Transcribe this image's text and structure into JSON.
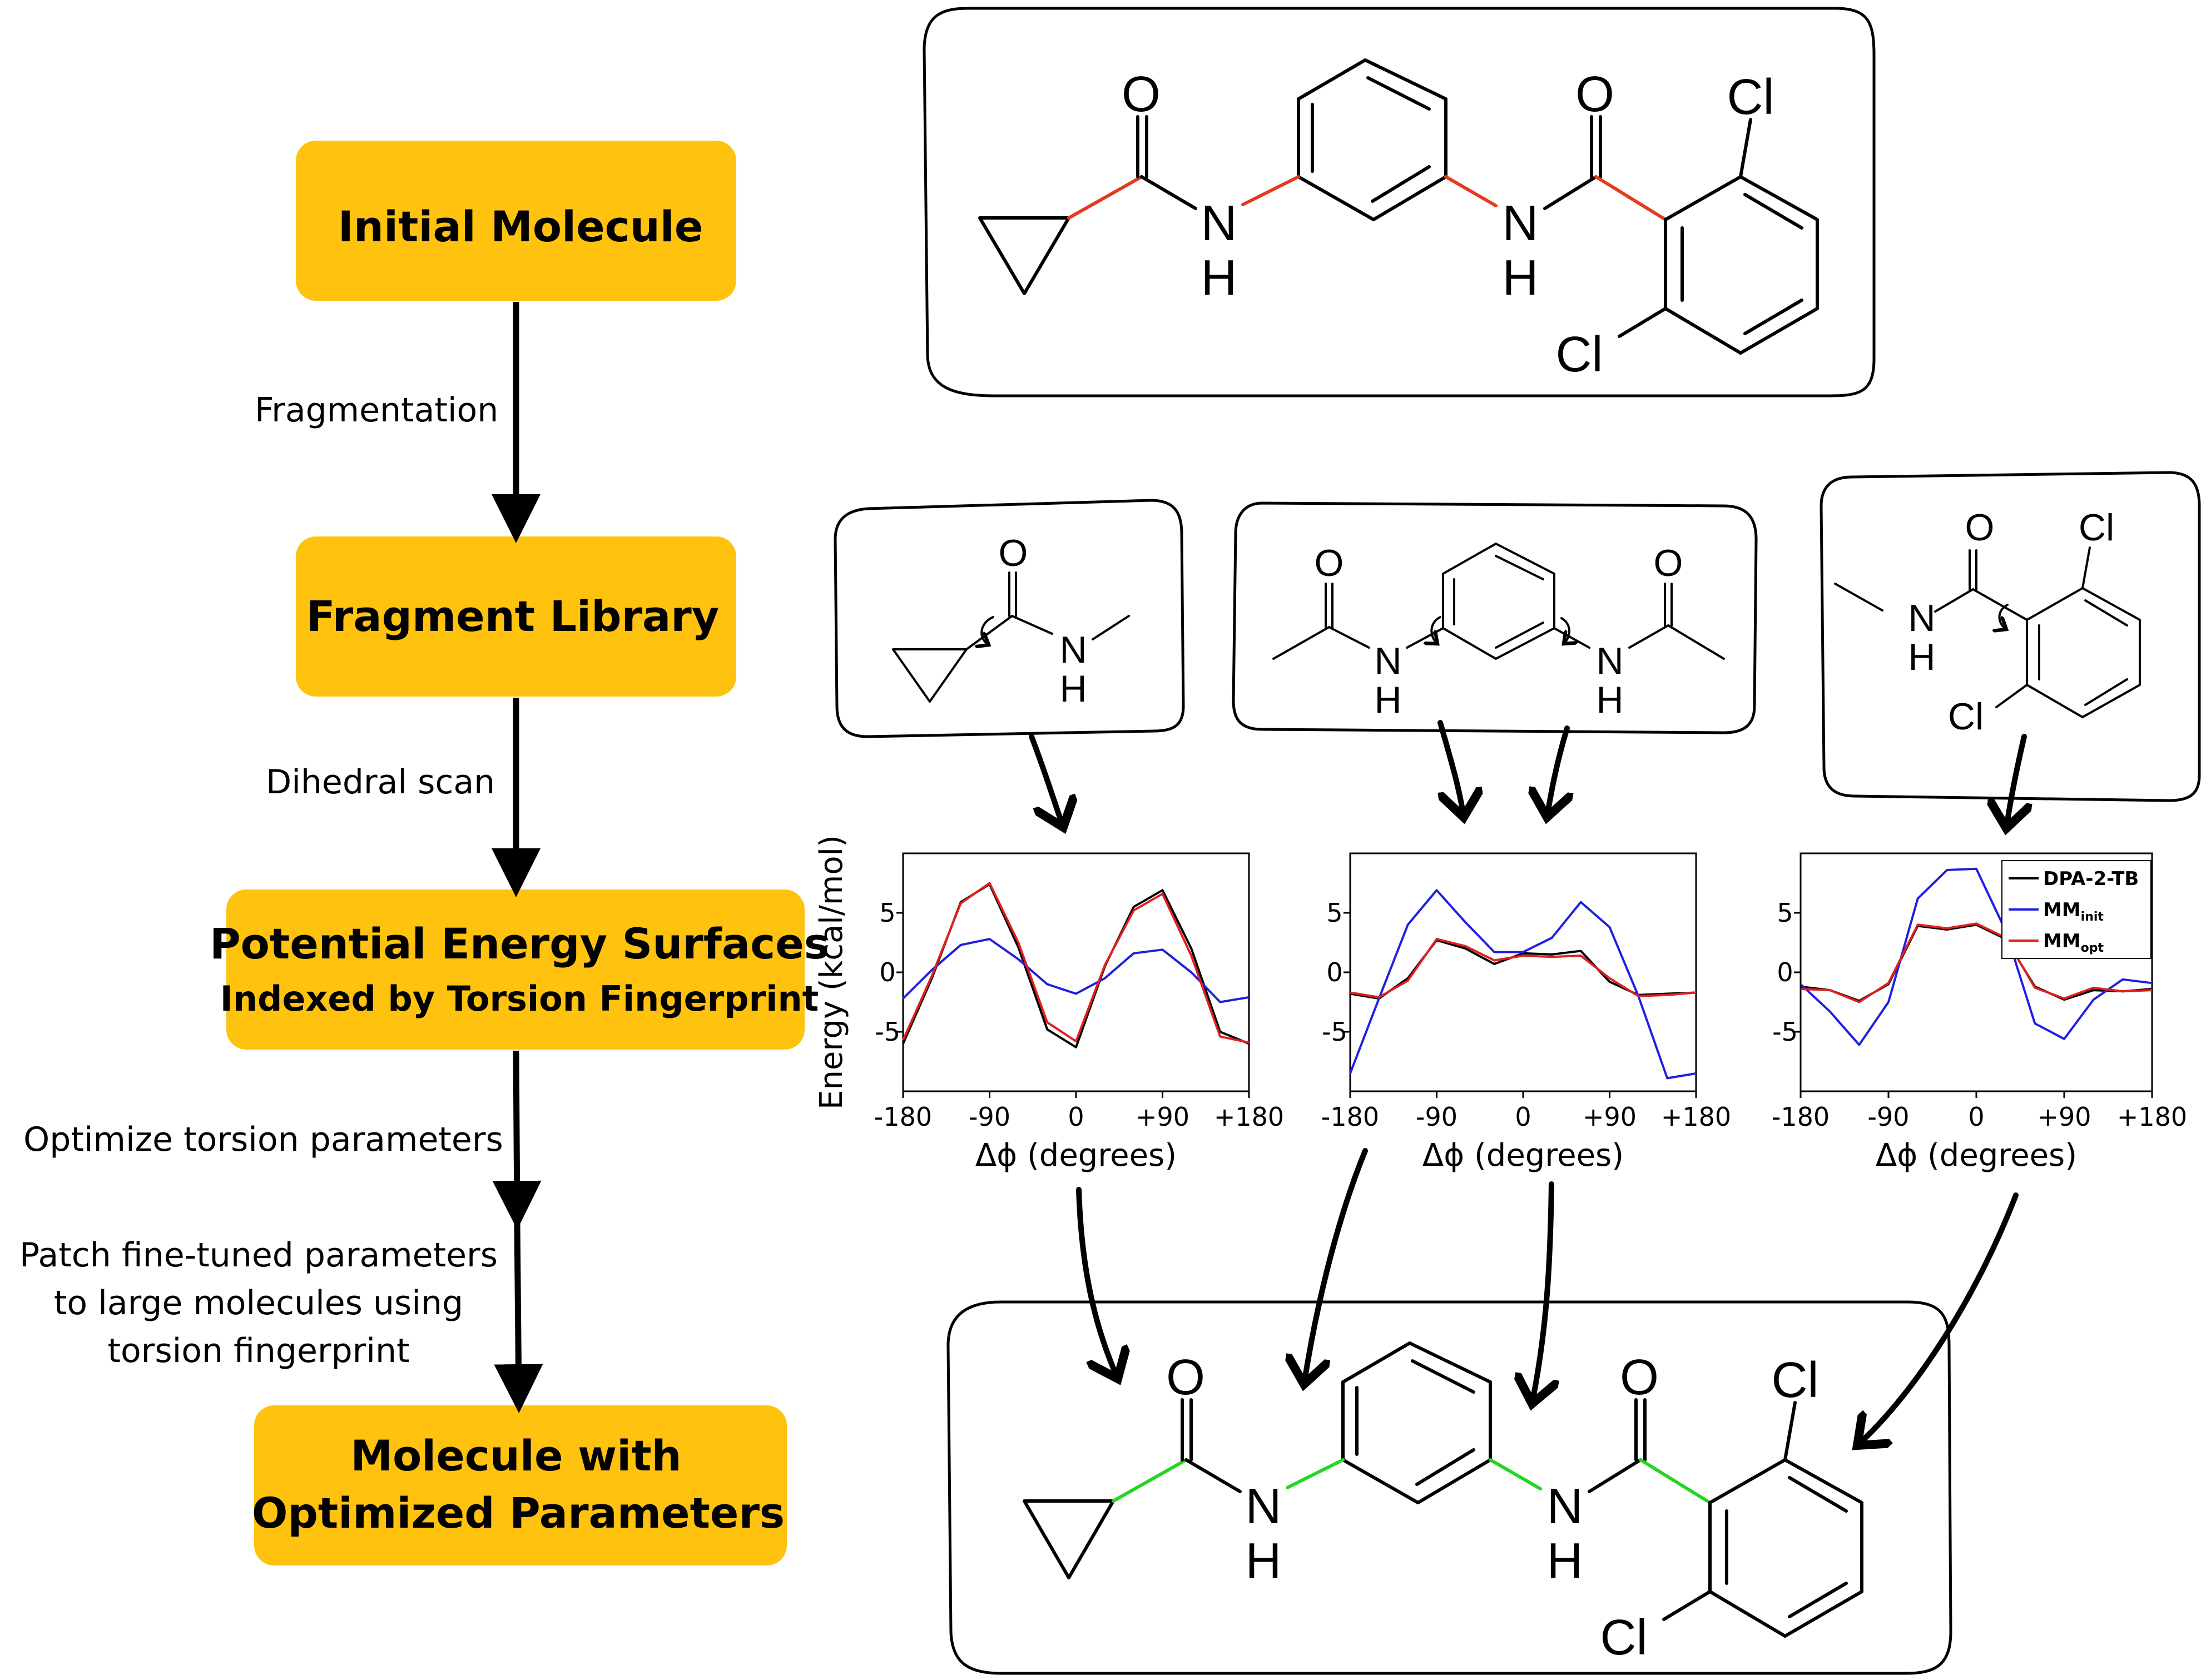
{
  "steps": [
    {
      "line1": "Initial Molecule",
      "line2": ""
    },
    {
      "line1": "Fragment Library",
      "line2": ""
    },
    {
      "line1": "Potential Energy Surfaces",
      "line2": "Indexed by Torsion Fingerprint"
    },
    {
      "line1": "Molecule with",
      "line2": "Optimized Parameters"
    }
  ],
  "edge_labels": {
    "fragmentation": "Fragmentation",
    "dihedral_scan": "Dihedral scan",
    "optimize": "Optimize torsion parameters",
    "patch_1": "Patch fine-tuned parameters",
    "patch_2": "to large molecules using",
    "patch_3": "torsion fingerprint"
  },
  "atoms": {
    "O": "O",
    "N": "N",
    "H": "H",
    "Cl": "Cl"
  },
  "colors": {
    "step_fill": "#ffc20f",
    "scanned_bond": "#e23b1d",
    "optimized_bond": "#22d622",
    "dpa": "#000000",
    "mm_init": "#1f1fe0",
    "mm_opt": "#e01f1f"
  },
  "chart_data": [
    {
      "type": "line",
      "ylabel": "Energy (kcal/mol)",
      "xlabel": "Δϕ (degrees)",
      "xlim": [
        -180,
        180
      ],
      "ylim": [
        -10,
        10
      ],
      "x_ticks": [
        "-180",
        "-90",
        "0",
        "+90",
        "+180"
      ],
      "y_ticks": [
        "5",
        "0",
        "-5"
      ],
      "x": [
        -180,
        -150,
        -120,
        -90,
        -60,
        -30,
        0,
        30,
        60,
        90,
        120,
        150,
        180
      ],
      "series": [
        {
          "name": "DPA-2-TB",
          "color": "#000000",
          "values": [
            -6.0,
            -0.5,
            5.9,
            7.4,
            2.1,
            -4.8,
            -6.3,
            0.5,
            5.5,
            6.9,
            2.0,
            -5.0,
            -6.0
          ]
        },
        {
          "name": "MMinit",
          "color": "#1f1fe0",
          "values": [
            -2.2,
            0.2,
            2.3,
            2.8,
            1.1,
            -1.0,
            -1.8,
            -0.5,
            1.6,
            1.9,
            0.0,
            -2.5,
            -2.1
          ]
        },
        {
          "name": "MMopt",
          "color": "#e01f1f",
          "values": [
            -5.7,
            -0.3,
            5.8,
            7.5,
            2.5,
            -4.2,
            -5.8,
            0.6,
            5.2,
            6.6,
            1.4,
            -5.4,
            -5.9
          ]
        }
      ]
    },
    {
      "type": "line",
      "xlabel": "Δϕ (degrees)",
      "xlim": [
        -180,
        180
      ],
      "ylim": [
        -10,
        10
      ],
      "x_ticks": [
        "-180",
        "-90",
        "0",
        "+90",
        "+180"
      ],
      "y_ticks": [
        "5",
        "0",
        "-5"
      ],
      "x": [
        -180,
        -150,
        -120,
        -90,
        -60,
        -30,
        0,
        30,
        60,
        90,
        120,
        150,
        180
      ],
      "series": [
        {
          "name": "DPA-2-TB",
          "color": "#000000",
          "values": [
            -1.8,
            -2.2,
            -0.5,
            2.7,
            2.0,
            0.7,
            1.6,
            1.5,
            1.8,
            -0.8,
            -1.9,
            -1.8,
            -1.7
          ]
        },
        {
          "name": "MMinit",
          "color": "#1f1fe0",
          "values": [
            -8.5,
            -2.2,
            4.0,
            6.9,
            4.2,
            1.7,
            1.7,
            2.9,
            5.9,
            3.8,
            -2.0,
            -8.9,
            -8.5
          ]
        },
        {
          "name": "MMopt",
          "color": "#e01f1f",
          "values": [
            -1.7,
            -2.1,
            -0.7,
            2.8,
            2.2,
            1.0,
            1.4,
            1.3,
            1.4,
            -0.5,
            -2.0,
            -1.9,
            -1.7
          ]
        }
      ]
    },
    {
      "type": "line",
      "xlabel": "Δϕ (degrees)",
      "xlim": [
        -180,
        180
      ],
      "ylim": [
        -10,
        10
      ],
      "x_ticks": [
        "-180",
        "-90",
        "0",
        "+90",
        "+180"
      ],
      "y_ticks": [
        "5",
        "0",
        "-5"
      ],
      "legend": "top-right",
      "x": [
        -180,
        -150,
        -120,
        -90,
        -60,
        -30,
        0,
        30,
        60,
        90,
        120,
        150,
        180
      ],
      "series": [
        {
          "name": "DPA-2-TB",
          "color": "#000000",
          "values": [
            -1.2,
            -1.5,
            -2.4,
            -1.0,
            3.9,
            3.6,
            4.0,
            2.8,
            -1.2,
            -2.3,
            -1.5,
            -1.6,
            -1.4
          ]
        },
        {
          "name": "MMinit",
          "color": "#1f1fe0",
          "values": [
            -1.0,
            -3.3,
            -6.1,
            -2.5,
            6.2,
            8.6,
            8.7,
            3.5,
            -4.3,
            -5.6,
            -2.3,
            -0.6,
            -0.9
          ]
        },
        {
          "name": "MMopt",
          "color": "#e01f1f",
          "values": [
            -1.4,
            -1.5,
            -2.5,
            -0.9,
            4.0,
            3.7,
            4.1,
            2.9,
            -1.3,
            -2.2,
            -1.3,
            -1.6,
            -1.5
          ]
        }
      ]
    }
  ],
  "legend_entries": [
    {
      "main": "DPA-2-TB",
      "sub": ""
    },
    {
      "main": "MM",
      "sub": "init"
    },
    {
      "main": "MM",
      "sub": "opt"
    }
  ]
}
